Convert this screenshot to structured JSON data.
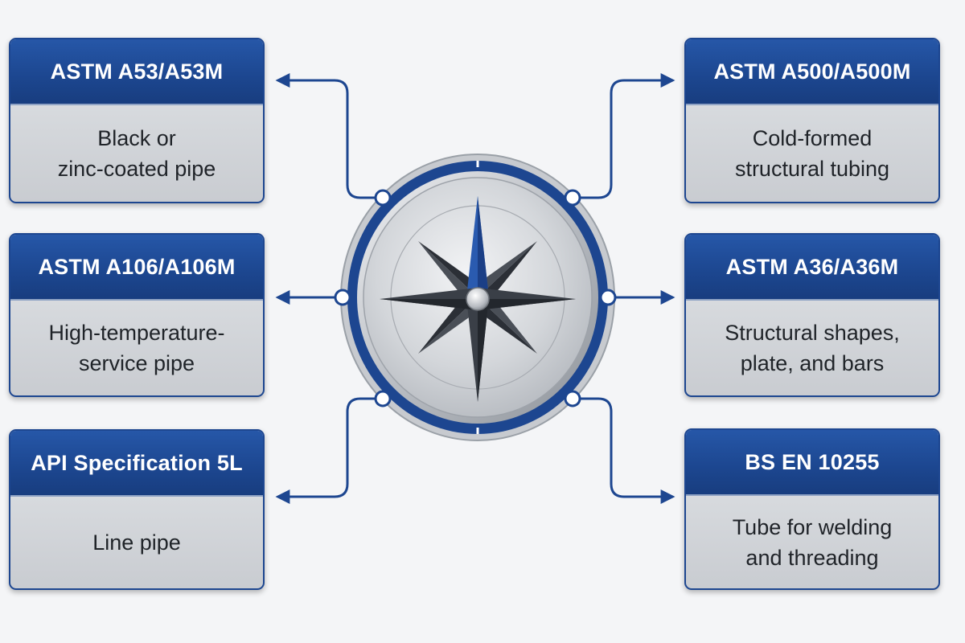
{
  "cards": {
    "a53": {
      "title": "ASTM A53/A53M",
      "lines": [
        "Black or",
        "zinc-coated pipe"
      ]
    },
    "a106": {
      "title": "ASTM A106/A106M",
      "lines": [
        "High-temperature-",
        "service pipe"
      ]
    },
    "api": {
      "title": "API Specification 5L",
      "lines": [
        "Line pipe"
      ]
    },
    "a500": {
      "title": "ASTM A500/A500M",
      "lines": [
        "Cold-formed",
        "structural tubing"
      ]
    },
    "a36": {
      "title": "ASTM A36/A36M",
      "lines": [
        "Structural shapes,",
        "plate, and bars"
      ]
    },
    "bs": {
      "title": "BS EN 10255",
      "lines": [
        "Tube for welding",
        "and threading"
      ]
    }
  },
  "colors": {
    "brand_blue": "#1d4690",
    "steel": "#d2d5d9",
    "needle_dark": "#2b2f36"
  },
  "icons": [
    "compass-icon"
  ]
}
